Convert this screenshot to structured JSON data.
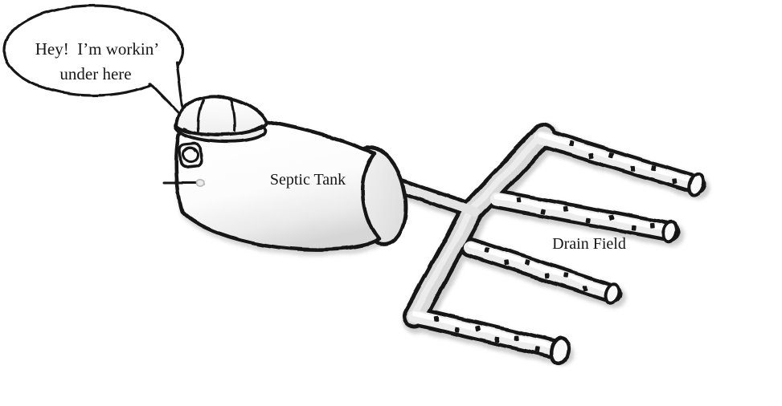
{
  "speech_bubble": {
    "line1": "Hey!  I’m workin’",
    "line2": "under here"
  },
  "labels": {
    "septic_tank": "Septic Tank",
    "drain_field": "Drain Field"
  },
  "colors": {
    "ink": "#161616",
    "paper": "#ffffff",
    "trunk_shade": "#d9d9d9",
    "branch_shade": "#ededed",
    "pencil_shadow": "#b9b9b9"
  }
}
